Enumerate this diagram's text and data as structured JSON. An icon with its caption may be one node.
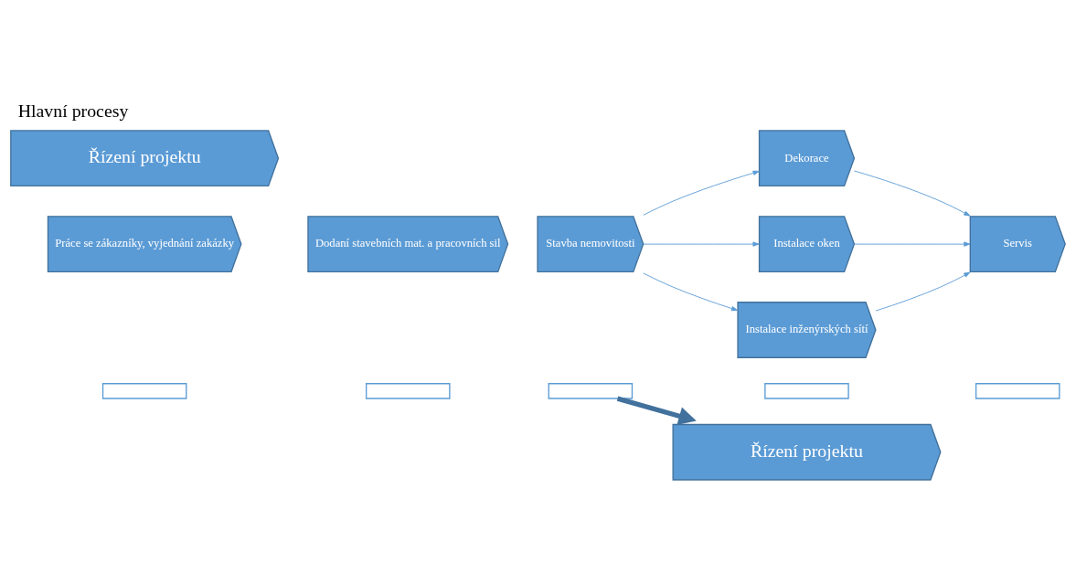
{
  "diagram": {
    "title": "Hlavní procesy",
    "nodes": [
      {
        "text": [],
        "shape": "box"
      },
      {
        "text": [],
        "shape": "box"
      },
      {
        "text": [],
        "shape": "box"
      },
      {
        "text": [],
        "shape": "box"
      },
      {
        "text": [],
        "shape": "box"
      },
      {
        "text": [
          "Řízení projektu"
        ]
      },
      {
        "text": [
          "Práce se zákazníky, vyjednání zakázky"
        ]
      },
      {
        "text": [
          "Dodaní stavebních mat. a pracovních sil"
        ]
      },
      {
        "text": [
          "Stavba nemovitosti"
        ]
      },
      {
        "text": [
          "Řízení projektu"
        ]
      },
      {
        "text": [
          "Dekorace"
        ]
      },
      {
        "text": [
          "Instalace oken"
        ]
      },
      {
        "text": [
          "Instalace inženýrských sítí"
        ]
      },
      {
        "text": [
          "Servis"
        ]
      }
    ],
    "edges": [
      {
        "from": 2,
        "to": 5,
        "arrow": "to",
        "style": "thick"
      },
      {
        "from": 8,
        "to": 10,
        "arrow": "to"
      },
      {
        "from": 8,
        "to": 11,
        "arrow": "to"
      },
      {
        "from": 8,
        "to": 12,
        "arrow": "to"
      },
      {
        "from": 10,
        "to": 13,
        "arrow": "to"
      },
      {
        "from": 11,
        "to": 13,
        "arrow": "to"
      },
      {
        "from": 12,
        "to": 13,
        "arrow": "to"
      }
    ]
  }
}
